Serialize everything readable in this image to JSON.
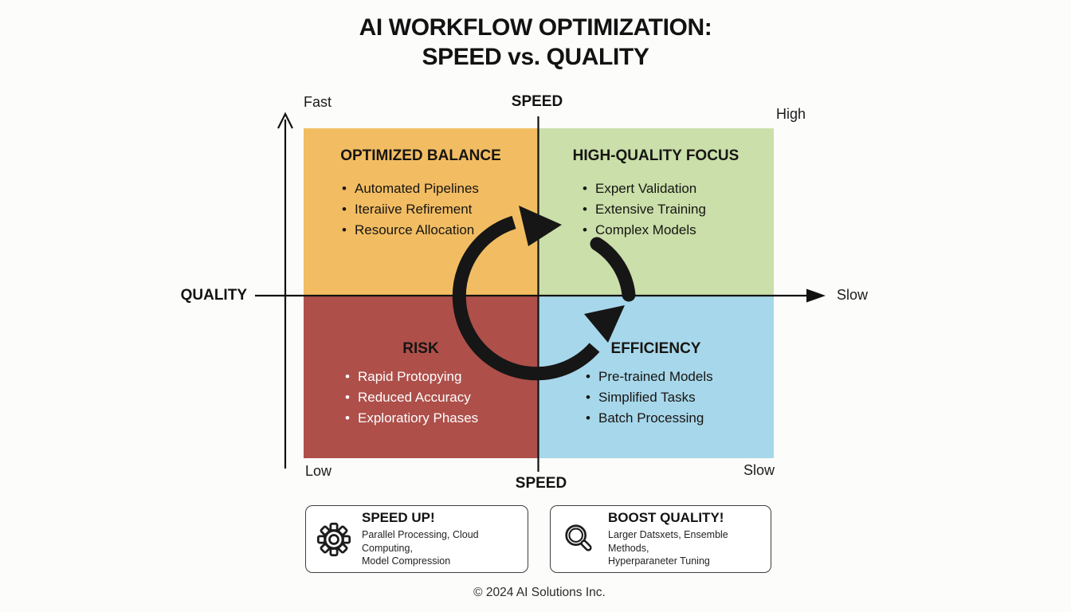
{
  "title": {
    "line1": "AI WORKFLOW OPTIMIZATION:",
    "line2": "SPEED vs. QUALITY"
  },
  "axes": {
    "speed_label_top": "SPEED",
    "speed_label_bottom": "SPEED",
    "quality_label": "QUALITY",
    "tick_fast": "Fast",
    "tick_high": "High",
    "tick_slow_right": "Slow",
    "tick_low": "Low",
    "tick_slow_bottom": "Slow"
  },
  "quadrants": {
    "top_left": {
      "title": "OPTIMIZED BALANCE",
      "color": "#f2bd62",
      "text_color": "#171513",
      "items": [
        "Automated Pipelines",
        "Iteraiive Refirement",
        "Resource Allocation"
      ]
    },
    "top_right": {
      "title": "HIGH-QUALITY FOCUS",
      "color": "#cadfa9",
      "text_color": "#171513",
      "items": [
        "Expert Validation",
        "Extensive Training",
        "Complex Models"
      ]
    },
    "bottom_left": {
      "title": "RISK",
      "color": "#ae4f4a",
      "title_color": "#171513",
      "text_color": "#ffffff",
      "items": [
        "Rapid Protopying",
        "Reduced Accuracy",
        "Exploratiory Phases"
      ]
    },
    "bottom_right": {
      "title": "EFFICIENCY",
      "color": "#a7d7ea",
      "text_color": "#171513",
      "items": [
        "Pre-trained Models",
        "Simplified Tasks",
        "Batch Processing"
      ]
    }
  },
  "cycle_arrow_color": "#161616",
  "axis_line_color": "#121212",
  "callouts": {
    "speed_up": {
      "icon": "gear-icon",
      "title": "SPEED UP!",
      "description": "Parallel Processing, Cloud Computing,\nModel Compression"
    },
    "boost_quality": {
      "icon": "magnifier-icon",
      "title": "BOOST QUALITY!",
      "description": "Larger Datsxets, Ensemble Methods,\nHyperparaneter Tuning"
    }
  },
  "footer": {
    "copyright": "© 2024 AI Solutions Inc."
  }
}
